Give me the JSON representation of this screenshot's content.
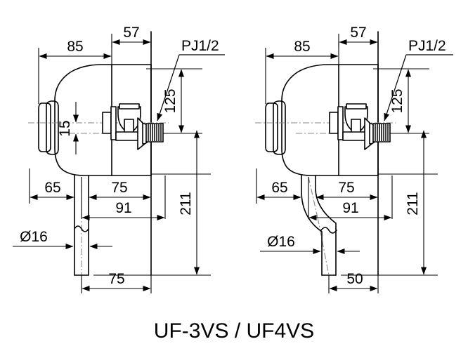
{
  "drawing": {
    "title": "UF-3VS / UF4VS",
    "views": [
      {
        "id": "left-view",
        "name": "UF-3VS straight outlet view",
        "dimensions": {
          "top_left": "85",
          "top_right": "57",
          "offset_vertical": "15",
          "inlet_height": "125",
          "total_height": "211",
          "body_back": "65",
          "body_front": "75",
          "spout_reach": "91",
          "pipe_diameter": "Ø16",
          "outlet_offset": "75"
        },
        "callout": "PJ1/2"
      },
      {
        "id": "right-view",
        "name": "UF4VS bent outlet view",
        "dimensions": {
          "top_left": "85",
          "top_right": "57",
          "inlet_height": "125",
          "total_height": "211",
          "body_back": "65",
          "body_front": "75",
          "spout_reach": "91",
          "pipe_diameter": "Ø16",
          "outlet_offset": "50"
        },
        "callout": "PJ1/2"
      }
    ],
    "colors": {
      "line": "#000000",
      "center_line": "#8a8a8a",
      "background": "#ffffff"
    }
  }
}
